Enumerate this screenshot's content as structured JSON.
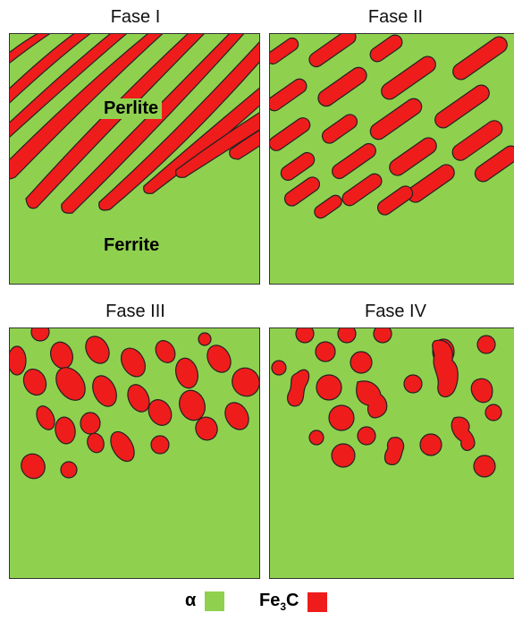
{
  "titles": {
    "p1": "Fase I",
    "p2": "Fase II",
    "p3": "Fase III",
    "p4": "Fase IV"
  },
  "labels": {
    "perlite": "Perlite",
    "ferrite": "Ferrite"
  },
  "legend": {
    "alpha": "α",
    "fe3c_base": "Fe",
    "fe3c_sub": "3",
    "fe3c_tail": "C"
  },
  "colors": {
    "alpha_green": "#8fd14f",
    "fe3c_red": "#ef1c1c",
    "outline": "#222222"
  }
}
